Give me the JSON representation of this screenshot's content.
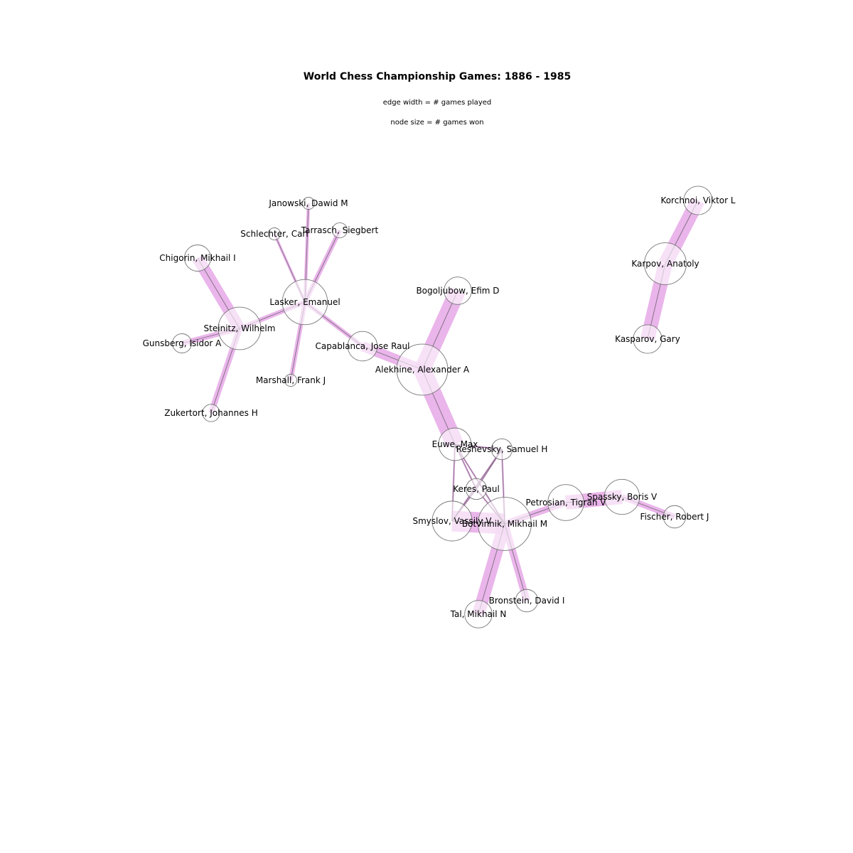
{
  "title": "World Chess Championship Games: 1886 - 1985",
  "subtitle_lines": [
    "edge width = # games played",
    "node size = # games won"
  ],
  "colors": {
    "edge": "#e6a8e8",
    "edge_line": "#555555",
    "node_stroke": "#777777"
  },
  "nodes": [
    {
      "id": "steinitz",
      "label": "Steinitz, Wilhelm",
      "wins": 28
    },
    {
      "id": "lasker",
      "label": "Lasker, Emanuel",
      "wins": 32
    },
    {
      "id": "chigorin",
      "label": "Chigorin, Mikhail I",
      "wins": 9
    },
    {
      "id": "gunsberg",
      "label": "Gunsberg, Isidor A",
      "wins": 4
    },
    {
      "id": "zukertort",
      "label": "Zukertort, Johannes H",
      "wins": 3
    },
    {
      "id": "janowski",
      "label": "Janowski, Dawid M",
      "wins": 1
    },
    {
      "id": "schlechter",
      "label": "Schlechter, Carl",
      "wins": 1
    },
    {
      "id": "tarrasch",
      "label": "Tarrasch, Siegbert",
      "wins": 2
    },
    {
      "id": "marshall",
      "label": "Marshall, Frank J",
      "wins": 1
    },
    {
      "id": "capablanca",
      "label": "Capablanca, Jose Raul",
      "wins": 12
    },
    {
      "id": "alekhine",
      "label": "Alekhine, Alexander A",
      "wins": 42
    },
    {
      "id": "bogoljubow",
      "label": "Bogoljubow, Efim D",
      "wins": 10
    },
    {
      "id": "euwe",
      "label": "Euwe, Max",
      "wins": 15
    },
    {
      "id": "reshevsky",
      "label": "Reshevsky, Samuel H",
      "wins": 5
    },
    {
      "id": "keres",
      "label": "Keres, Paul",
      "wins": 5
    },
    {
      "id": "smyslov",
      "label": "Smyslov, Vassily V",
      "wins": 24
    },
    {
      "id": "botvinnik",
      "label": "Botvinnik, Mikhail M",
      "wins": 46
    },
    {
      "id": "petrosian",
      "label": "Petrosian, Tigran V",
      "wins": 19
    },
    {
      "id": "spassky",
      "label": "Spassky, Boris V",
      "wins": 18
    },
    {
      "id": "fischer",
      "label": "Fischer, Robert J",
      "wins": 6
    },
    {
      "id": "bronstein",
      "label": "Bronstein, David I",
      "wins": 6
    },
    {
      "id": "tal",
      "label": "Tal, Mikhail N",
      "wins": 10
    },
    {
      "id": "korchnoi",
      "label": "Korchnoi, Viktor L",
      "wins": 11
    },
    {
      "id": "karpov",
      "label": "Karpov, Anatoly",
      "wins": 27
    },
    {
      "id": "kasparov",
      "label": "Kasparov, Gary",
      "wins": 11
    }
  ],
  "edges": [
    {
      "a": "steinitz",
      "b": "chigorin",
      "games": 40
    },
    {
      "a": "steinitz",
      "b": "gunsberg",
      "games": 18
    },
    {
      "a": "steinitz",
      "b": "zukertort",
      "games": 20
    },
    {
      "a": "steinitz",
      "b": "lasker",
      "games": 16
    },
    {
      "a": "lasker",
      "b": "janowski",
      "games": 11
    },
    {
      "a": "lasker",
      "b": "schlechter",
      "games": 9
    },
    {
      "a": "lasker",
      "b": "tarrasch",
      "games": 16
    },
    {
      "a": "lasker",
      "b": "marshall",
      "games": 15
    },
    {
      "a": "lasker",
      "b": "capablanca",
      "games": 14
    },
    {
      "a": "capablanca",
      "b": "alekhine",
      "games": 34
    },
    {
      "a": "alekhine",
      "b": "bogoljubow",
      "games": 55
    },
    {
      "a": "alekhine",
      "b": "euwe",
      "games": 60
    },
    {
      "a": "euwe",
      "b": "smyslov",
      "games": 5
    },
    {
      "a": "euwe",
      "b": "botvinnik",
      "games": 4
    },
    {
      "a": "euwe",
      "b": "keres",
      "games": 5
    },
    {
      "a": "euwe",
      "b": "reshevsky",
      "games": 5
    },
    {
      "a": "reshevsky",
      "b": "keres",
      "games": 5
    },
    {
      "a": "reshevsky",
      "b": "smyslov",
      "games": 5
    },
    {
      "a": "reshevsky",
      "b": "botvinnik",
      "games": 5
    },
    {
      "a": "keres",
      "b": "smyslov",
      "games": 5
    },
    {
      "a": "keres",
      "b": "botvinnik",
      "games": 5
    },
    {
      "a": "smyslov",
      "b": "botvinnik",
      "games": 69
    },
    {
      "a": "botvinnik",
      "b": "bronstein",
      "games": 24
    },
    {
      "a": "botvinnik",
      "b": "tal",
      "games": 42
    },
    {
      "a": "botvinnik",
      "b": "petrosian",
      "games": 22
    },
    {
      "a": "petrosian",
      "b": "spassky",
      "games": 47
    },
    {
      "a": "spassky",
      "b": "fischer",
      "games": 20
    },
    {
      "a": "korchnoi",
      "b": "karpov",
      "games": 48
    },
    {
      "a": "karpov",
      "b": "kasparov",
      "games": 48
    }
  ]
}
